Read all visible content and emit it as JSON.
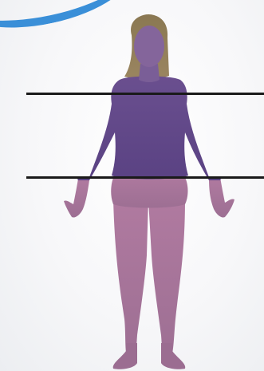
{
  "diagram": {
    "subject": "female-body-silhouette",
    "colors": {
      "hair": "#8e7a55",
      "head": "#84659b",
      "upper_body": "#5e4686",
      "lower_body": "#a37397",
      "corner_accent": "#3a8fd8",
      "marker_lines": "#1a1a1a"
    },
    "markers": [
      {
        "name": "upper-marker-line"
      },
      {
        "name": "lower-marker-line"
      }
    ]
  }
}
